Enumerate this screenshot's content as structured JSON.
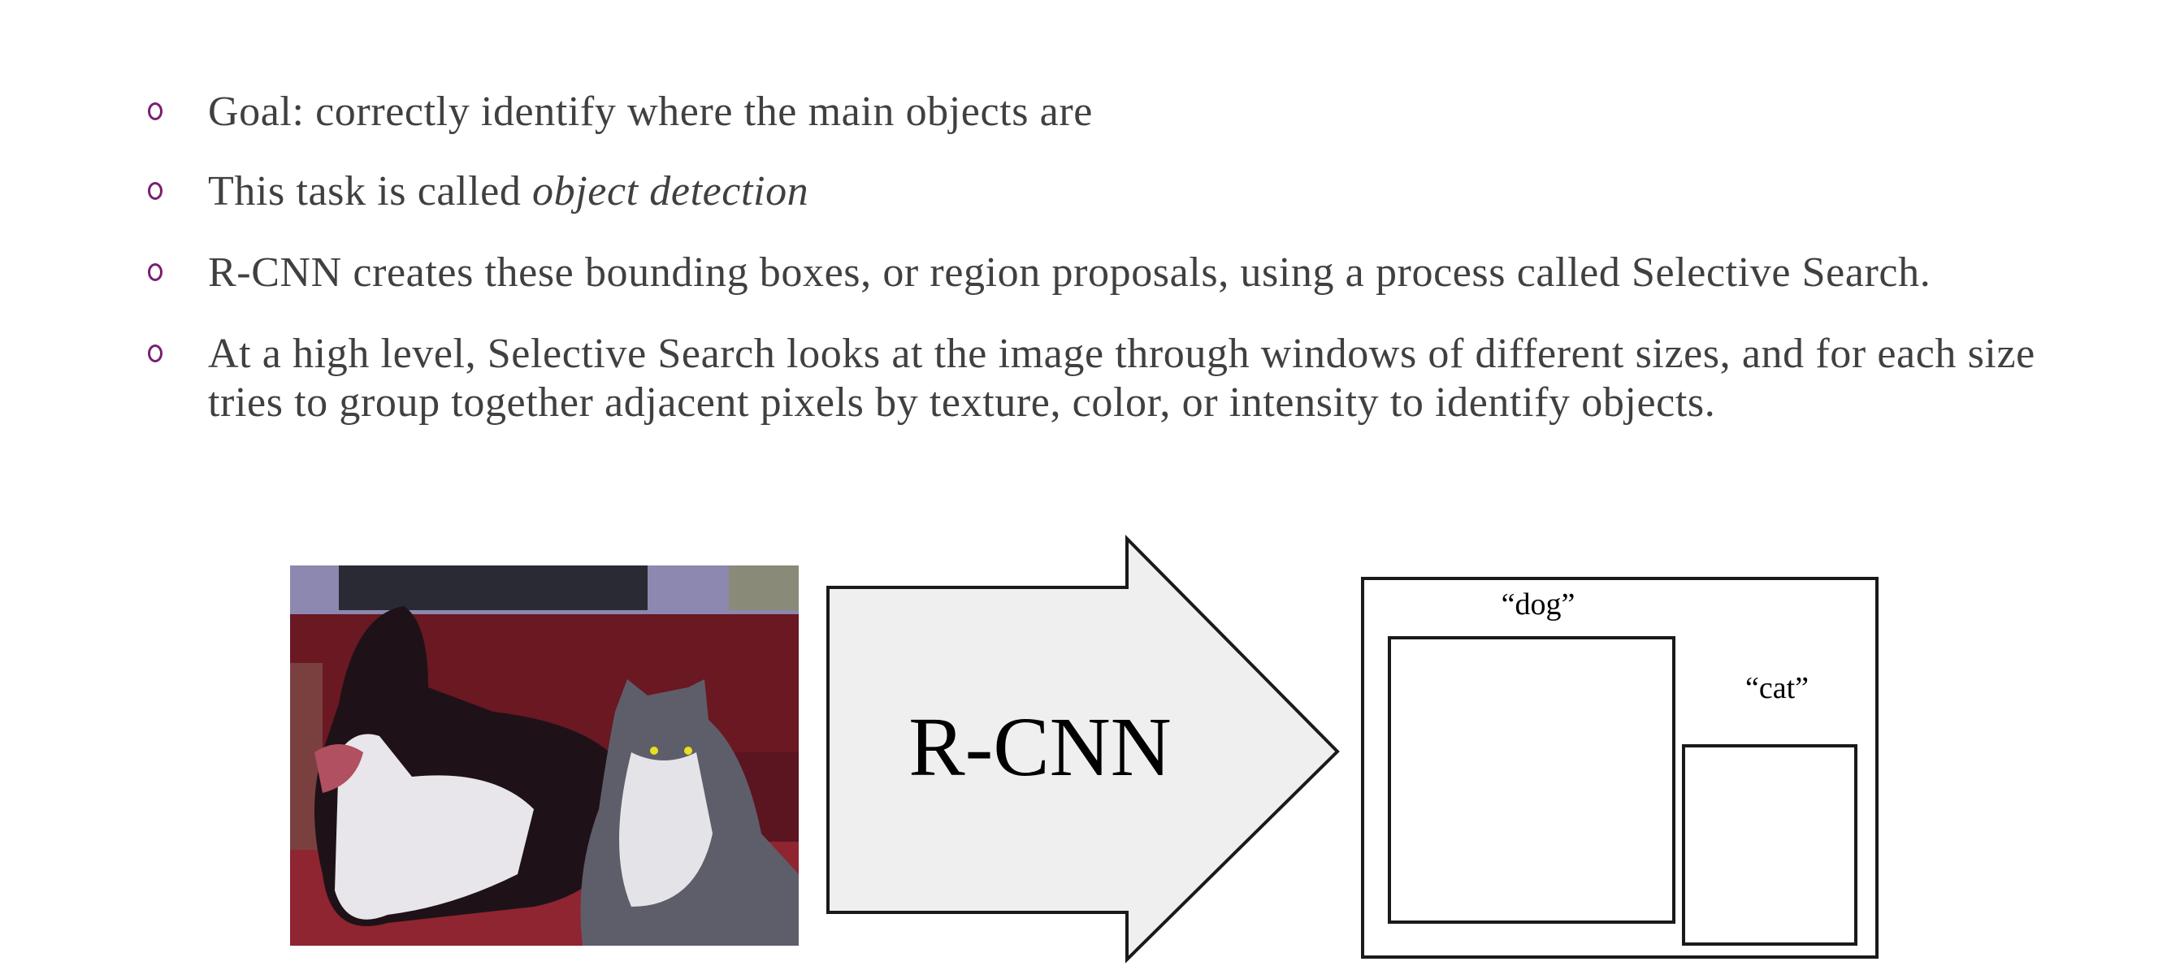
{
  "bullets": [
    {
      "text": "Goal: correctly identify where the main objects are"
    },
    {
      "text": "This task is called ",
      "italic": "object detection"
    },
    {
      "text": "R-CNN creates these bounding boxes, or region proposals, using a process called Selective Search."
    },
    {
      "line1": "At a high level, Selective Search looks at the image through windows of different sizes, and for each size",
      "line2": "tries to group together adjacent pixels by texture, color, or intensity to identify objects."
    }
  ],
  "diagram": {
    "arrow_label": "R-CNN",
    "dog_label": "“dog”",
    "cat_label": "“cat”"
  },
  "colors": {
    "bullet": "#7a1f70",
    "text": "#404040",
    "arrow_fill": "#efefef"
  }
}
